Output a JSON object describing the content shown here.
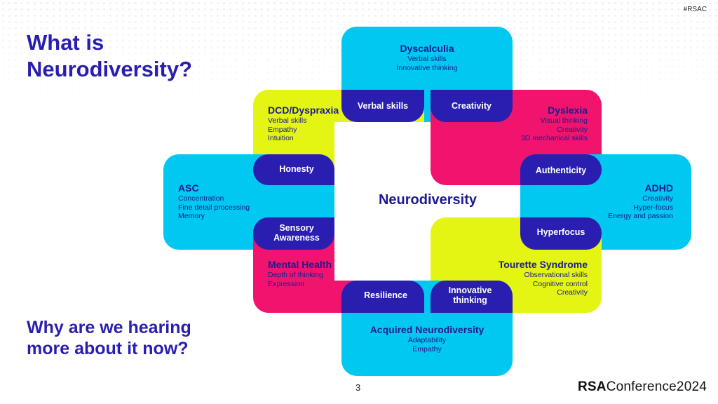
{
  "hashtag": "#RSAC",
  "title": "What is\nNeurodiversity?",
  "subtitle": "Why are we hearing\nmore about it now?",
  "page_number": "3",
  "logo": {
    "bold": "RSA",
    "light": "Conference2024"
  },
  "diagram": {
    "center": "Neurodiversity",
    "conditions": {
      "dyscalculia": {
        "name": "Dyscalculia",
        "traits": [
          "Verbal skills",
          "Innovative thinking"
        ]
      },
      "dcd": {
        "name": "DCD/Dyspraxia",
        "traits": [
          "Verbal skills",
          "Empathy",
          "Intuition"
        ]
      },
      "dyslexia": {
        "name": "Dyslexia",
        "traits": [
          "Visual thinking",
          "Creativity",
          "3D mechanical skills"
        ]
      },
      "asc": {
        "name": "ASC",
        "traits": [
          "Concentration",
          "Fine detail processing",
          "Memory"
        ]
      },
      "adhd": {
        "name": "ADHD",
        "traits": [
          "Creativity",
          "Hyper-focus",
          "Energy and passion"
        ]
      },
      "mental_health": {
        "name": "Mental Health",
        "traits": [
          "Depth of thinking",
          "Expression"
        ]
      },
      "tourette": {
        "name": "Tourette Syndrome",
        "traits": [
          "Observational skills",
          "Cognitive control",
          "Creativity"
        ]
      },
      "acquired": {
        "name": "Acquired Neurodiversity",
        "traits": [
          "Adaptability",
          "Empathy"
        ]
      }
    },
    "shared": {
      "verbal_skills": "Verbal skills",
      "creativity": "Creativity",
      "honesty": "Honesty",
      "authenticity": "Authenticity",
      "sensory_awareness": "Sensory\nAwareness",
      "hyperfocus": "Hyperfocus",
      "resilience": "Resilience",
      "innovative_thinking": "Innovative\nthinking"
    }
  }
}
